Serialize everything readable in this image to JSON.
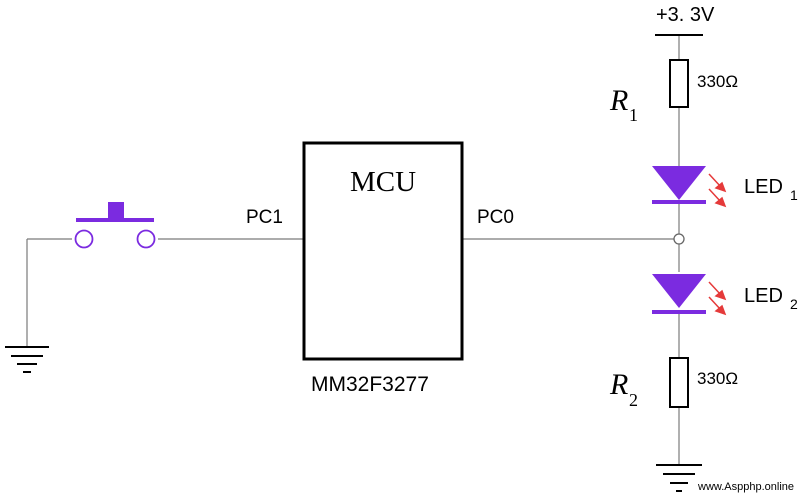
{
  "supply": {
    "label": "+3. 3V"
  },
  "mcu": {
    "title": "MCU",
    "part": "MM32F3277",
    "pin_left": "PC1",
    "pin_right": "PC0"
  },
  "r1": {
    "letter": "R",
    "sub": "1",
    "value": "330Ω"
  },
  "r2": {
    "letter": "R",
    "sub": "2",
    "value": "330Ω"
  },
  "led1": {
    "name": "LED",
    "sub": "1"
  },
  "led2": {
    "name": "LED",
    "sub": "2"
  },
  "watermark": "www.Aspphp.online",
  "colors": {
    "wire": "#7a7a7a",
    "diode": "#7b2be0",
    "arrow": "#e53a3a",
    "button": "#7b2be0"
  }
}
